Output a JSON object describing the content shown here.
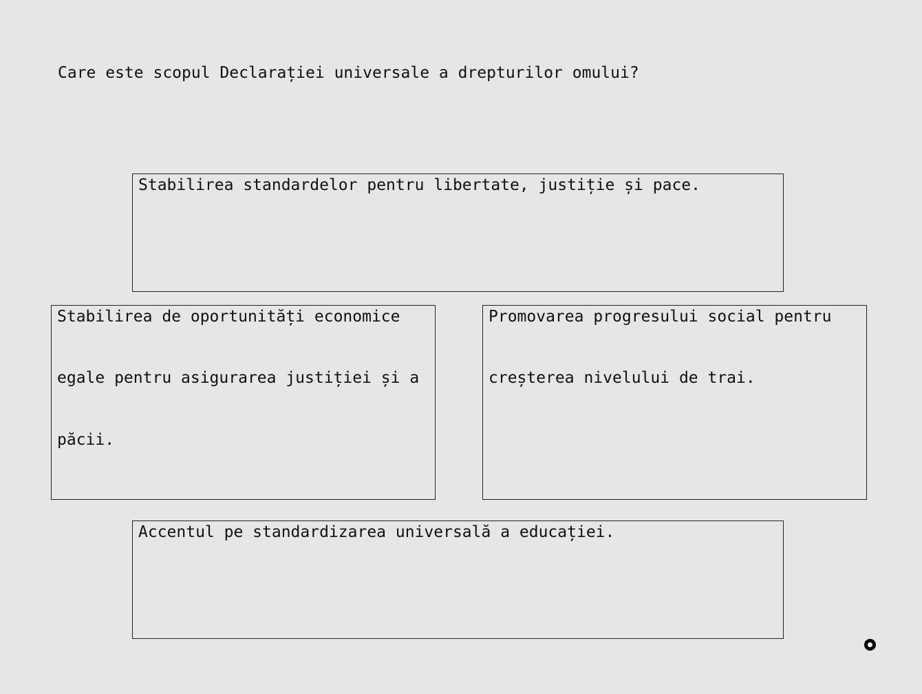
{
  "question": {
    "text": "Care este scopul Declarației universale a drepturilor omului?"
  },
  "options": [
    {
      "label": "Stabilirea standardelor pentru libertate, justiție și pace."
    },
    {
      "label": "Stabilirea de oportunități economice egale pentru asigurarea justiției și a păcii."
    },
    {
      "label": "Promovarea progresului social pentru creșterea nivelului de trai."
    },
    {
      "label": "Accentul pe standardizarea universală a educației."
    }
  ],
  "cursor": {
    "icon": "cursor-ring-icon"
  }
}
